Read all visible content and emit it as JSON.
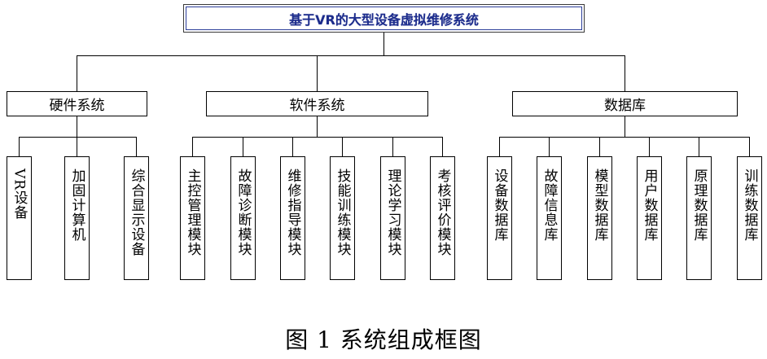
{
  "title": "基于VR的大型设备虚拟维修系统",
  "categories": [
    {
      "label": "硬件系统",
      "children": [
        "VR设备",
        "加固计算机",
        "综合显示设备"
      ]
    },
    {
      "label": "软件系统",
      "children": [
        "主控管理模块",
        "故障诊断模块",
        "维修指导模块",
        "技能训练模块",
        "理论学习模块",
        "考核评价模块"
      ]
    },
    {
      "label": "数据库",
      "children": [
        "设备数据库",
        "故障信息库",
        "模型数据库",
        "用户数据库",
        "原理数据库",
        "训练数据库"
      ]
    }
  ],
  "caption": "图 1  系统组成框图",
  "colors": {
    "title_text": "#1c2c8c",
    "title_border": "#2c3e9a",
    "lines": "#000000"
  }
}
